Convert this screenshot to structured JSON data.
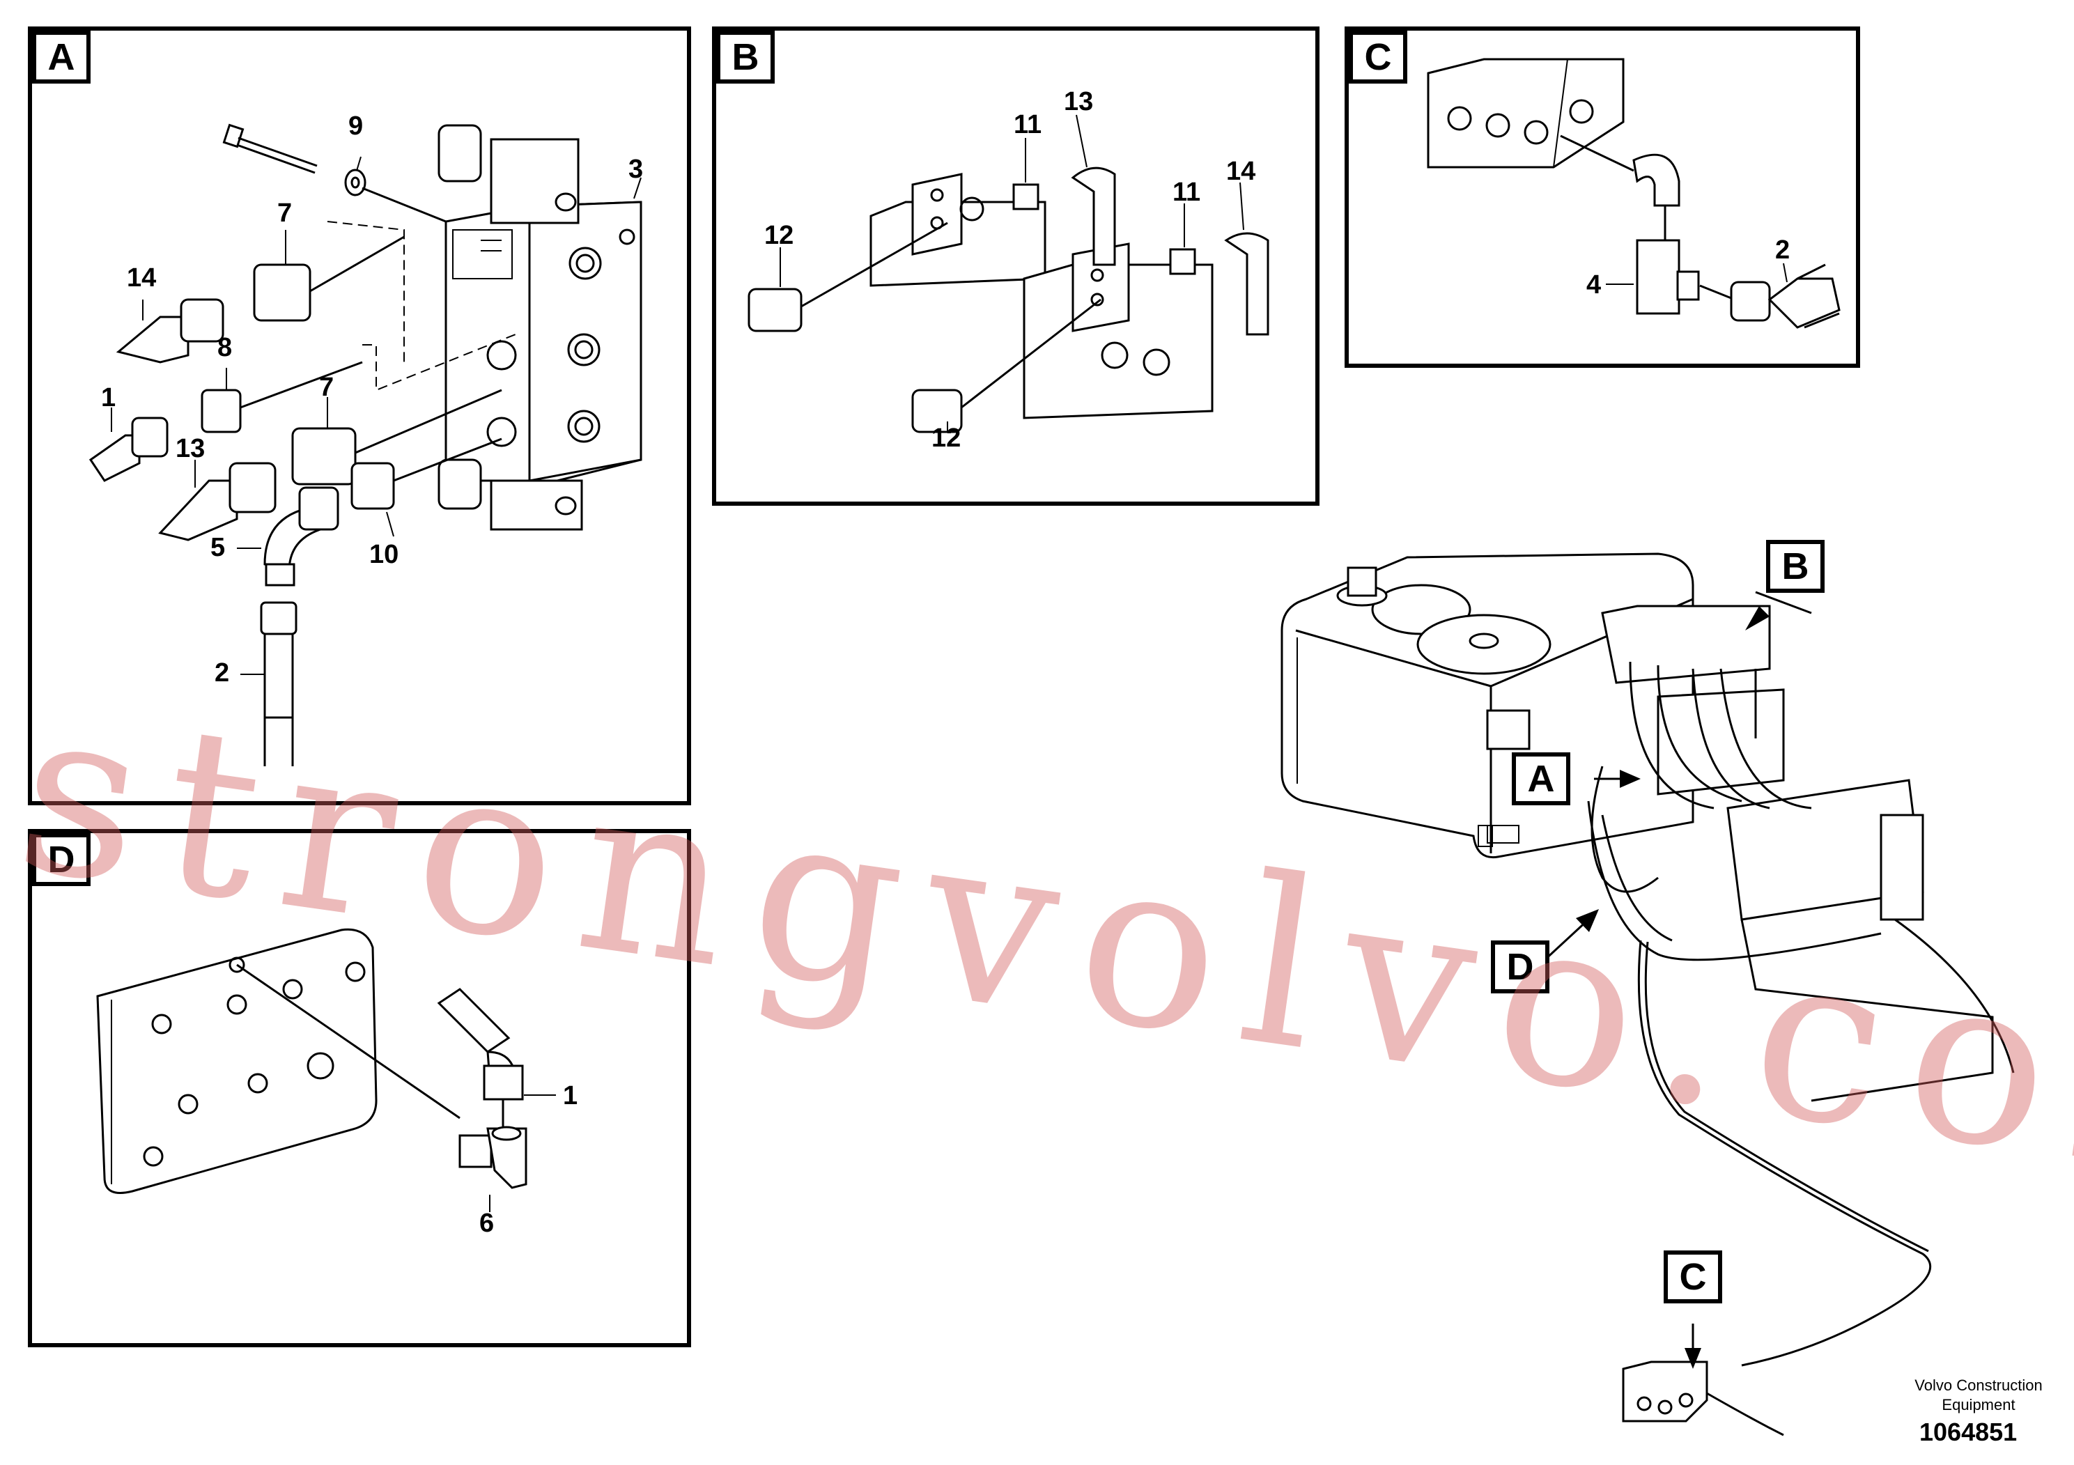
{
  "panels": {
    "A": {
      "label": "A"
    },
    "B": {
      "label": "B"
    },
    "C": {
      "label": "C"
    },
    "D": {
      "label": "D"
    }
  },
  "callouts": {
    "a": [
      "9",
      "7",
      "3",
      "14",
      "8",
      "1",
      "7",
      "13",
      "5",
      "10",
      "2"
    ],
    "b": [
      "11",
      "13",
      "11",
      "14",
      "12",
      "12"
    ],
    "c": [
      "4",
      "2"
    ],
    "d": [
      "1",
      "6"
    ]
  },
  "overview_tags": [
    "B",
    "A",
    "D",
    "C"
  ],
  "watermark": "strongvolvo.com",
  "credit": {
    "line1": "Volvo Construction",
    "line2": "Equipment"
  },
  "document_number": "1064851"
}
